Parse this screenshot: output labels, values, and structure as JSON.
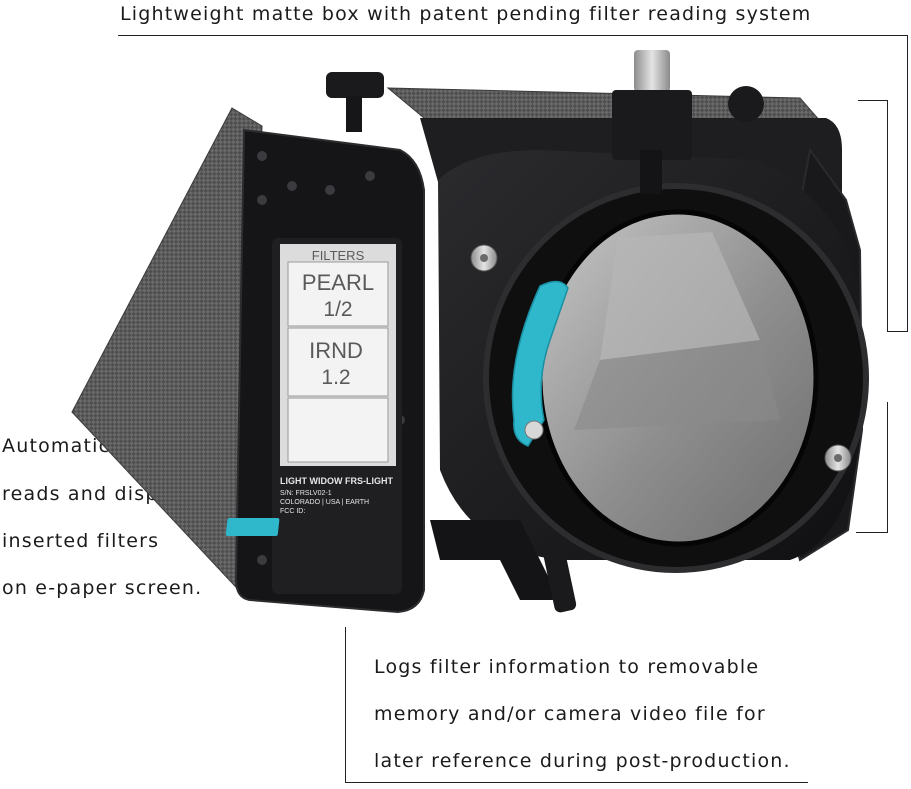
{
  "captions": {
    "top": "Lightweight matte box with patent pending filter reading system",
    "left": [
      "Automatically",
      "reads and displays",
      "inserted filters",
      "on e-paper screen."
    ],
    "bottom": [
      "Logs filter information to removable",
      "memory and/or camera video file for",
      "later reference during post-production."
    ]
  },
  "screen": {
    "header": "FILTERS",
    "slot1": [
      "PEARL",
      "1/2"
    ],
    "slot2": [
      "IRND",
      "1.2"
    ],
    "slot3": "",
    "label_model": "LIGHT WIDOW FRS-LIGHT",
    "label_serial": "S/N: FRSLV02-1",
    "label_origin": "COLORADO | USA | EARTH",
    "label_fcc": "FCC ID:"
  },
  "colors": {
    "accent_teal": "#2fb7cc",
    "body_black": "#1b1b1d",
    "carbon": "#5c5c5c",
    "screen_bg": "#dcdcdc"
  }
}
